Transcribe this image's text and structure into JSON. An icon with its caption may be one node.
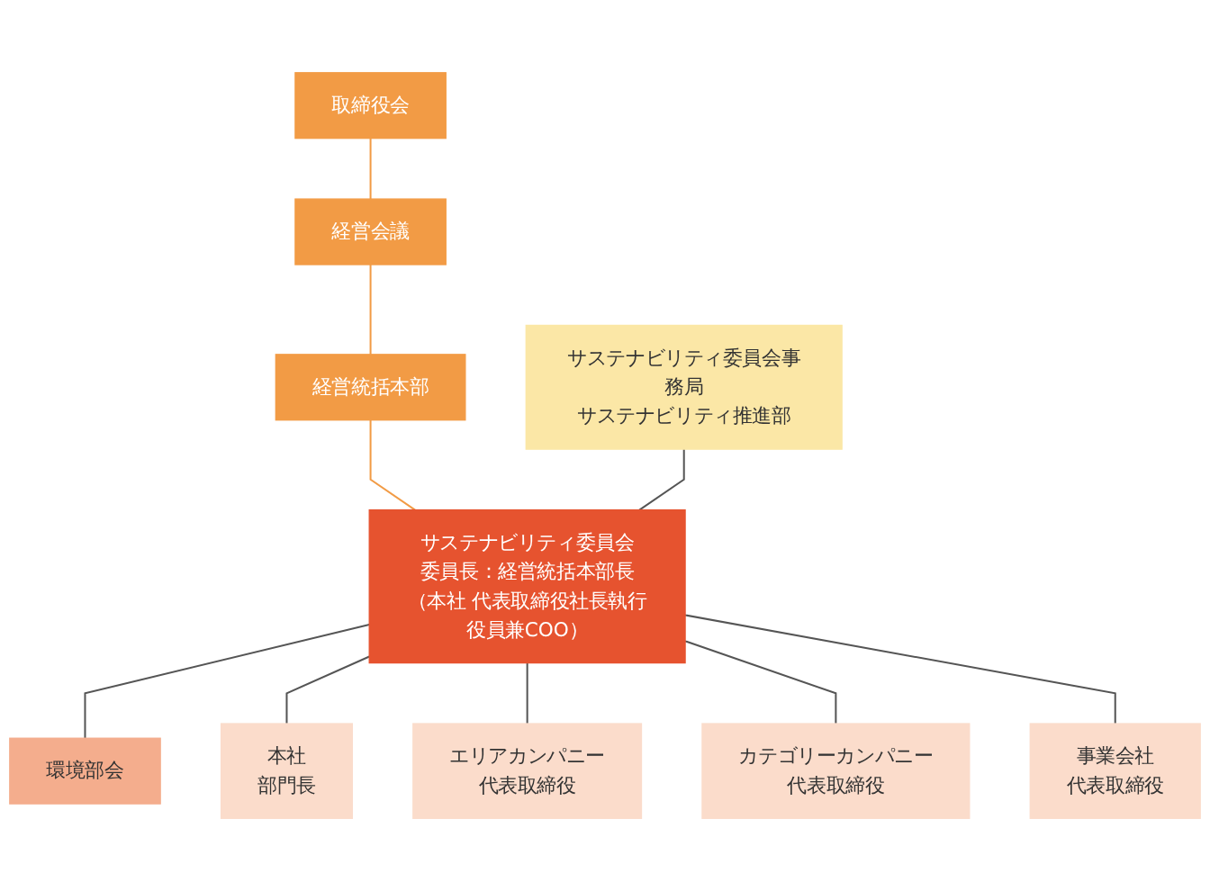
{
  "diagram": {
    "nodes": [
      {
        "text": [
          "取締役会"
        ]
      },
      {
        "text": [
          "経営会議"
        ]
      },
      {
        "text": [
          "経営統括本部"
        ]
      },
      {
        "text": [
          "サステナビリティ委員会事務局",
          "サステナビリティ推進部"
        ]
      },
      {
        "text": [
          "サステナビリティ委員会",
          "委員長：経営統括本部長",
          "（本社 代表取締役社長執行役員兼COO）"
        ]
      },
      {
        "text": [
          "環境部会"
        ]
      },
      {
        "text": [
          "本社",
          "部門長"
        ]
      },
      {
        "text": [
          "エリアカンパニー",
          "代表取締役"
        ]
      },
      {
        "text": [
          "カテゴリーカンパニー",
          "代表取締役"
        ]
      },
      {
        "text": [
          "事業会社",
          "代表取締役"
        ]
      }
    ],
    "edges": [
      {
        "from": 0,
        "to": 1,
        "arrow": "none",
        "color": "#f29b45"
      },
      {
        "from": 1,
        "to": 2,
        "arrow": "none",
        "color": "#f29b45"
      },
      {
        "from": 2,
        "to": 4,
        "arrow": "none",
        "color": "#f29b45"
      },
      {
        "from": 3,
        "to": 4,
        "arrow": "none"
      },
      {
        "from": 4,
        "to": 5,
        "arrow": "none"
      },
      {
        "from": 4,
        "to": 6,
        "arrow": "none"
      },
      {
        "from": 4,
        "to": 7,
        "arrow": "none"
      },
      {
        "from": 4,
        "to": 8,
        "arrow": "none"
      },
      {
        "from": 4,
        "to": 9,
        "arrow": "none"
      }
    ]
  }
}
